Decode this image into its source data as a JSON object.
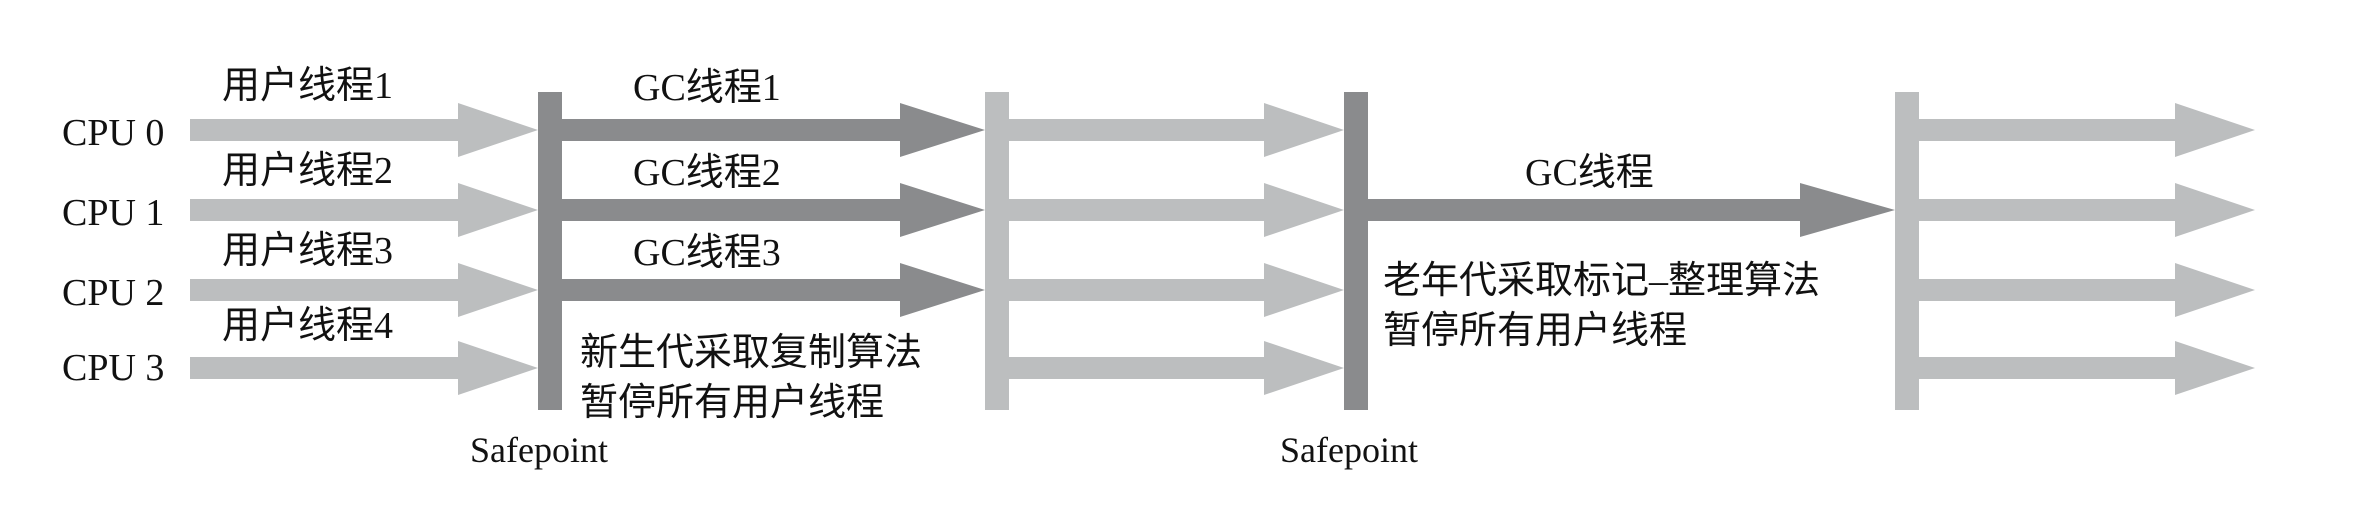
{
  "diagram": {
    "cpus": [
      "CPU 0",
      "CPU 1",
      "CPU 2",
      "CPU 3"
    ],
    "user_threads": [
      "用户线程1",
      "用户线程2",
      "用户线程3",
      "用户线程4"
    ],
    "young_gc_threads": [
      "GC线程1",
      "GC线程2",
      "GC线程3"
    ],
    "young_gc_note": [
      "新生代采取复制算法",
      "暂停所有用户线程"
    ],
    "old_gc_thread": "GC线程",
    "old_gc_note": [
      "老年代采取标记–整理算法",
      "暂停所有用户线程"
    ],
    "safepoints": [
      "Safepoint",
      "Safepoint"
    ],
    "colors": {
      "user_arrow": "#bcbebf",
      "gc_arrow": "#8a8b8d",
      "safepoint_bar": "#8a8b8d",
      "resume_bar": "#bcbebf",
      "text": "#111111"
    }
  }
}
